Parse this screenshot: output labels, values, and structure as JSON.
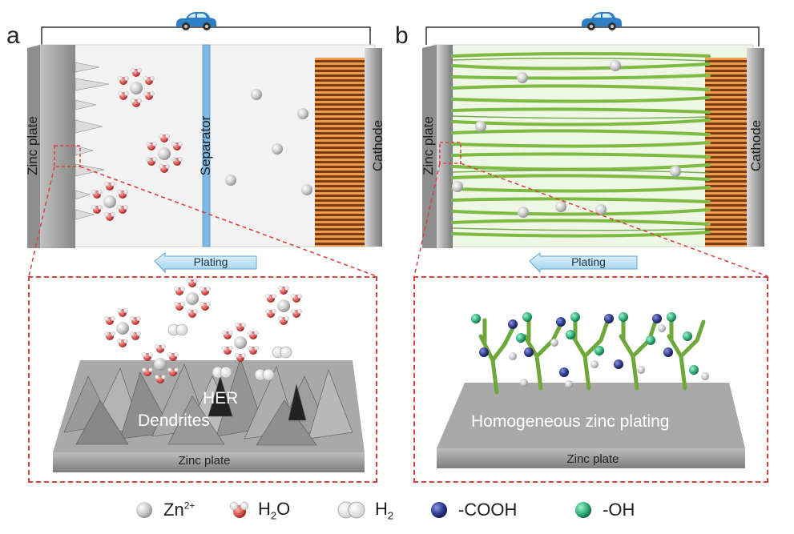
{
  "panel_a": {
    "letter": "a",
    "anode_label": "Zinc plate",
    "separator_label": "Separator",
    "cathode_label": "Cathode",
    "arrow_label": "Plating",
    "inset": {
      "her_label": "HER",
      "dendrites_label": "Dendrites",
      "base_label": "Zinc plate"
    }
  },
  "panel_b": {
    "letter": "b",
    "anode_label": "Zinc plate",
    "cathode_label": "Cathode",
    "arrow_label": "Plating",
    "inset": {
      "surface_label": "Homogeneous zinc plating",
      "base_label": "Zinc plate"
    }
  },
  "legend": [
    {
      "icon": "zinc-ion-icon",
      "text_main": "Zn",
      "text_sup": "2+",
      "text_sub": "",
      "text_after": ""
    },
    {
      "icon": "water-molecule-icon",
      "text_main": "H",
      "text_sup": "",
      "text_sub": "2",
      "text_after": "O"
    },
    {
      "icon": "hydrogen-molecule-icon",
      "text_main": "H",
      "text_sup": "",
      "text_sub": "2",
      "text_after": ""
    },
    {
      "icon": "carboxyl-group-icon",
      "text_main": "-COOH",
      "text_sup": "",
      "text_sub": "",
      "text_after": ""
    },
    {
      "icon": "hydroxyl-group-icon",
      "text_main": "-OH",
      "text_sup": "",
      "text_sub": "",
      "text_after": ""
    }
  ],
  "colors": {
    "zinc_ion": "#c9c9c9",
    "oxygen": "#d9534f",
    "hydrogen": "#f3f3f3",
    "carboxyl": "#2e3a8c",
    "hydroxyl": "#2fae7a",
    "fiber": "#7dbb42",
    "separator": "#7fb8e3",
    "cathode": "#e68a3a",
    "dashed_box": "#d8403c",
    "car": "#2f7fc6"
  }
}
